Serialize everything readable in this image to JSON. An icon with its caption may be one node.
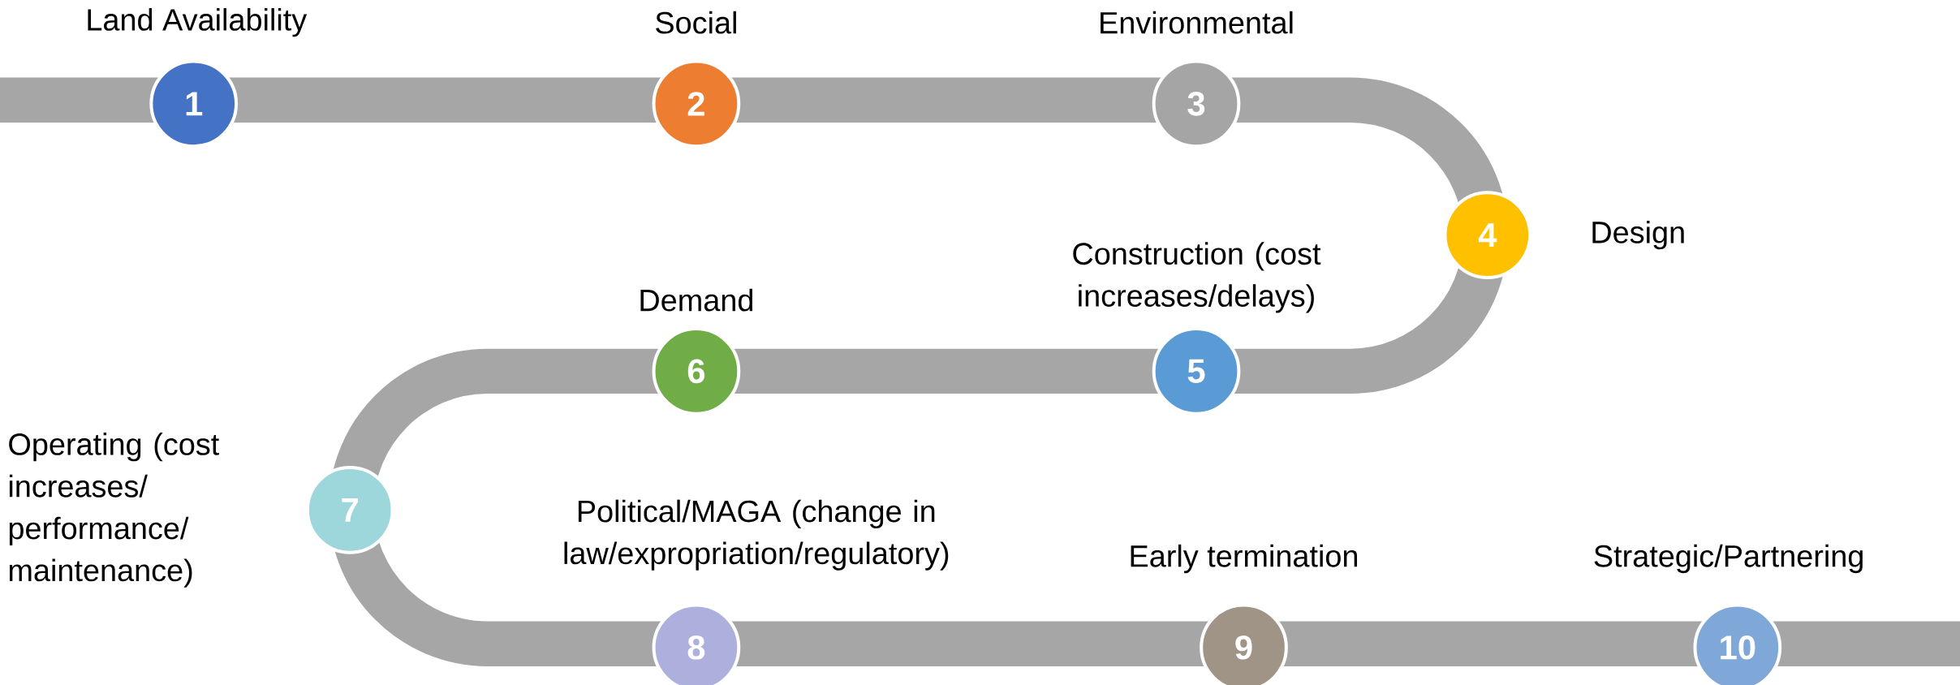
{
  "diagram": {
    "nodes": [
      {
        "text": [
          "1"
        ],
        "beside": [
          "Land Availability"
        ]
      },
      {
        "text": [
          "2"
        ],
        "beside": [
          "Social"
        ]
      },
      {
        "text": [
          "3"
        ],
        "beside": [
          "Environmental"
        ]
      },
      {
        "text": [
          "4"
        ],
        "beside": [
          "Design"
        ]
      },
      {
        "text": [
          "5"
        ],
        "beside": [
          "Construction (cost increases/delays)"
        ]
      },
      {
        "text": [
          "6"
        ],
        "beside": [
          "Demand"
        ]
      },
      {
        "text": [
          "7"
        ],
        "beside": [
          "Operating (cost increases/ performance/ maintenance)"
        ]
      },
      {
        "text": [
          "8"
        ],
        "beside": [
          "Political/MAGA (change in law/expropriation/regulatory)"
        ]
      },
      {
        "text": [
          "9"
        ],
        "beside": [
          "Early termination"
        ]
      },
      {
        "text": [
          "10"
        ],
        "beside": [
          "Strategic/Partnering"
        ]
      }
    ]
  }
}
